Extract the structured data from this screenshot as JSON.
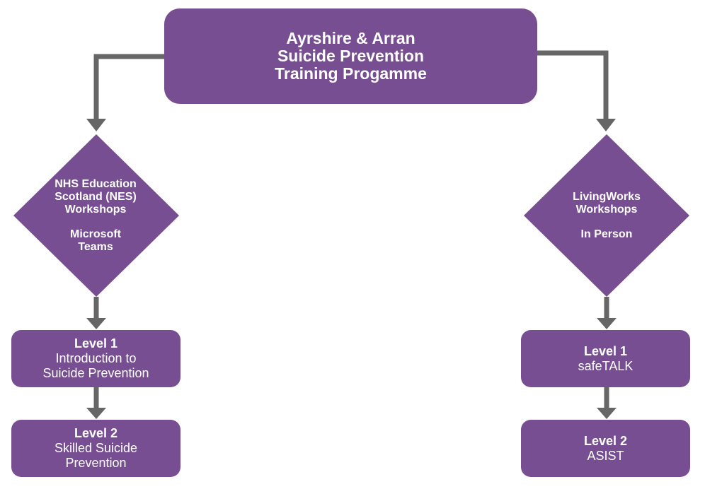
{
  "colors": {
    "node_fill": "#774e91",
    "connector": "#666666",
    "text": "#ffffff"
  },
  "title": {
    "line1": "Ayrshire & Arran",
    "line2": "Suicide Prevention",
    "line3": "Training Progamme"
  },
  "branches": {
    "left": {
      "diamond": {
        "line1": "NHS Education",
        "line2": "Scotland (NES)",
        "line3": "Workshops",
        "line4": "Microsoft",
        "line5": "Teams"
      },
      "level1": {
        "heading": "Level 1",
        "line1": "Introduction to",
        "line2": "Suicide Prevention"
      },
      "level2": {
        "heading": "Level 2",
        "line1": "Skilled Suicide",
        "line2": "Prevention"
      }
    },
    "right": {
      "diamond": {
        "line1": "LivingWorks",
        "line2": "Workshops",
        "line3": "In Person"
      },
      "level1": {
        "heading": "Level 1",
        "line1": "safeTALK"
      },
      "level2": {
        "heading": "Level 2",
        "line1": "ASIST"
      }
    }
  }
}
